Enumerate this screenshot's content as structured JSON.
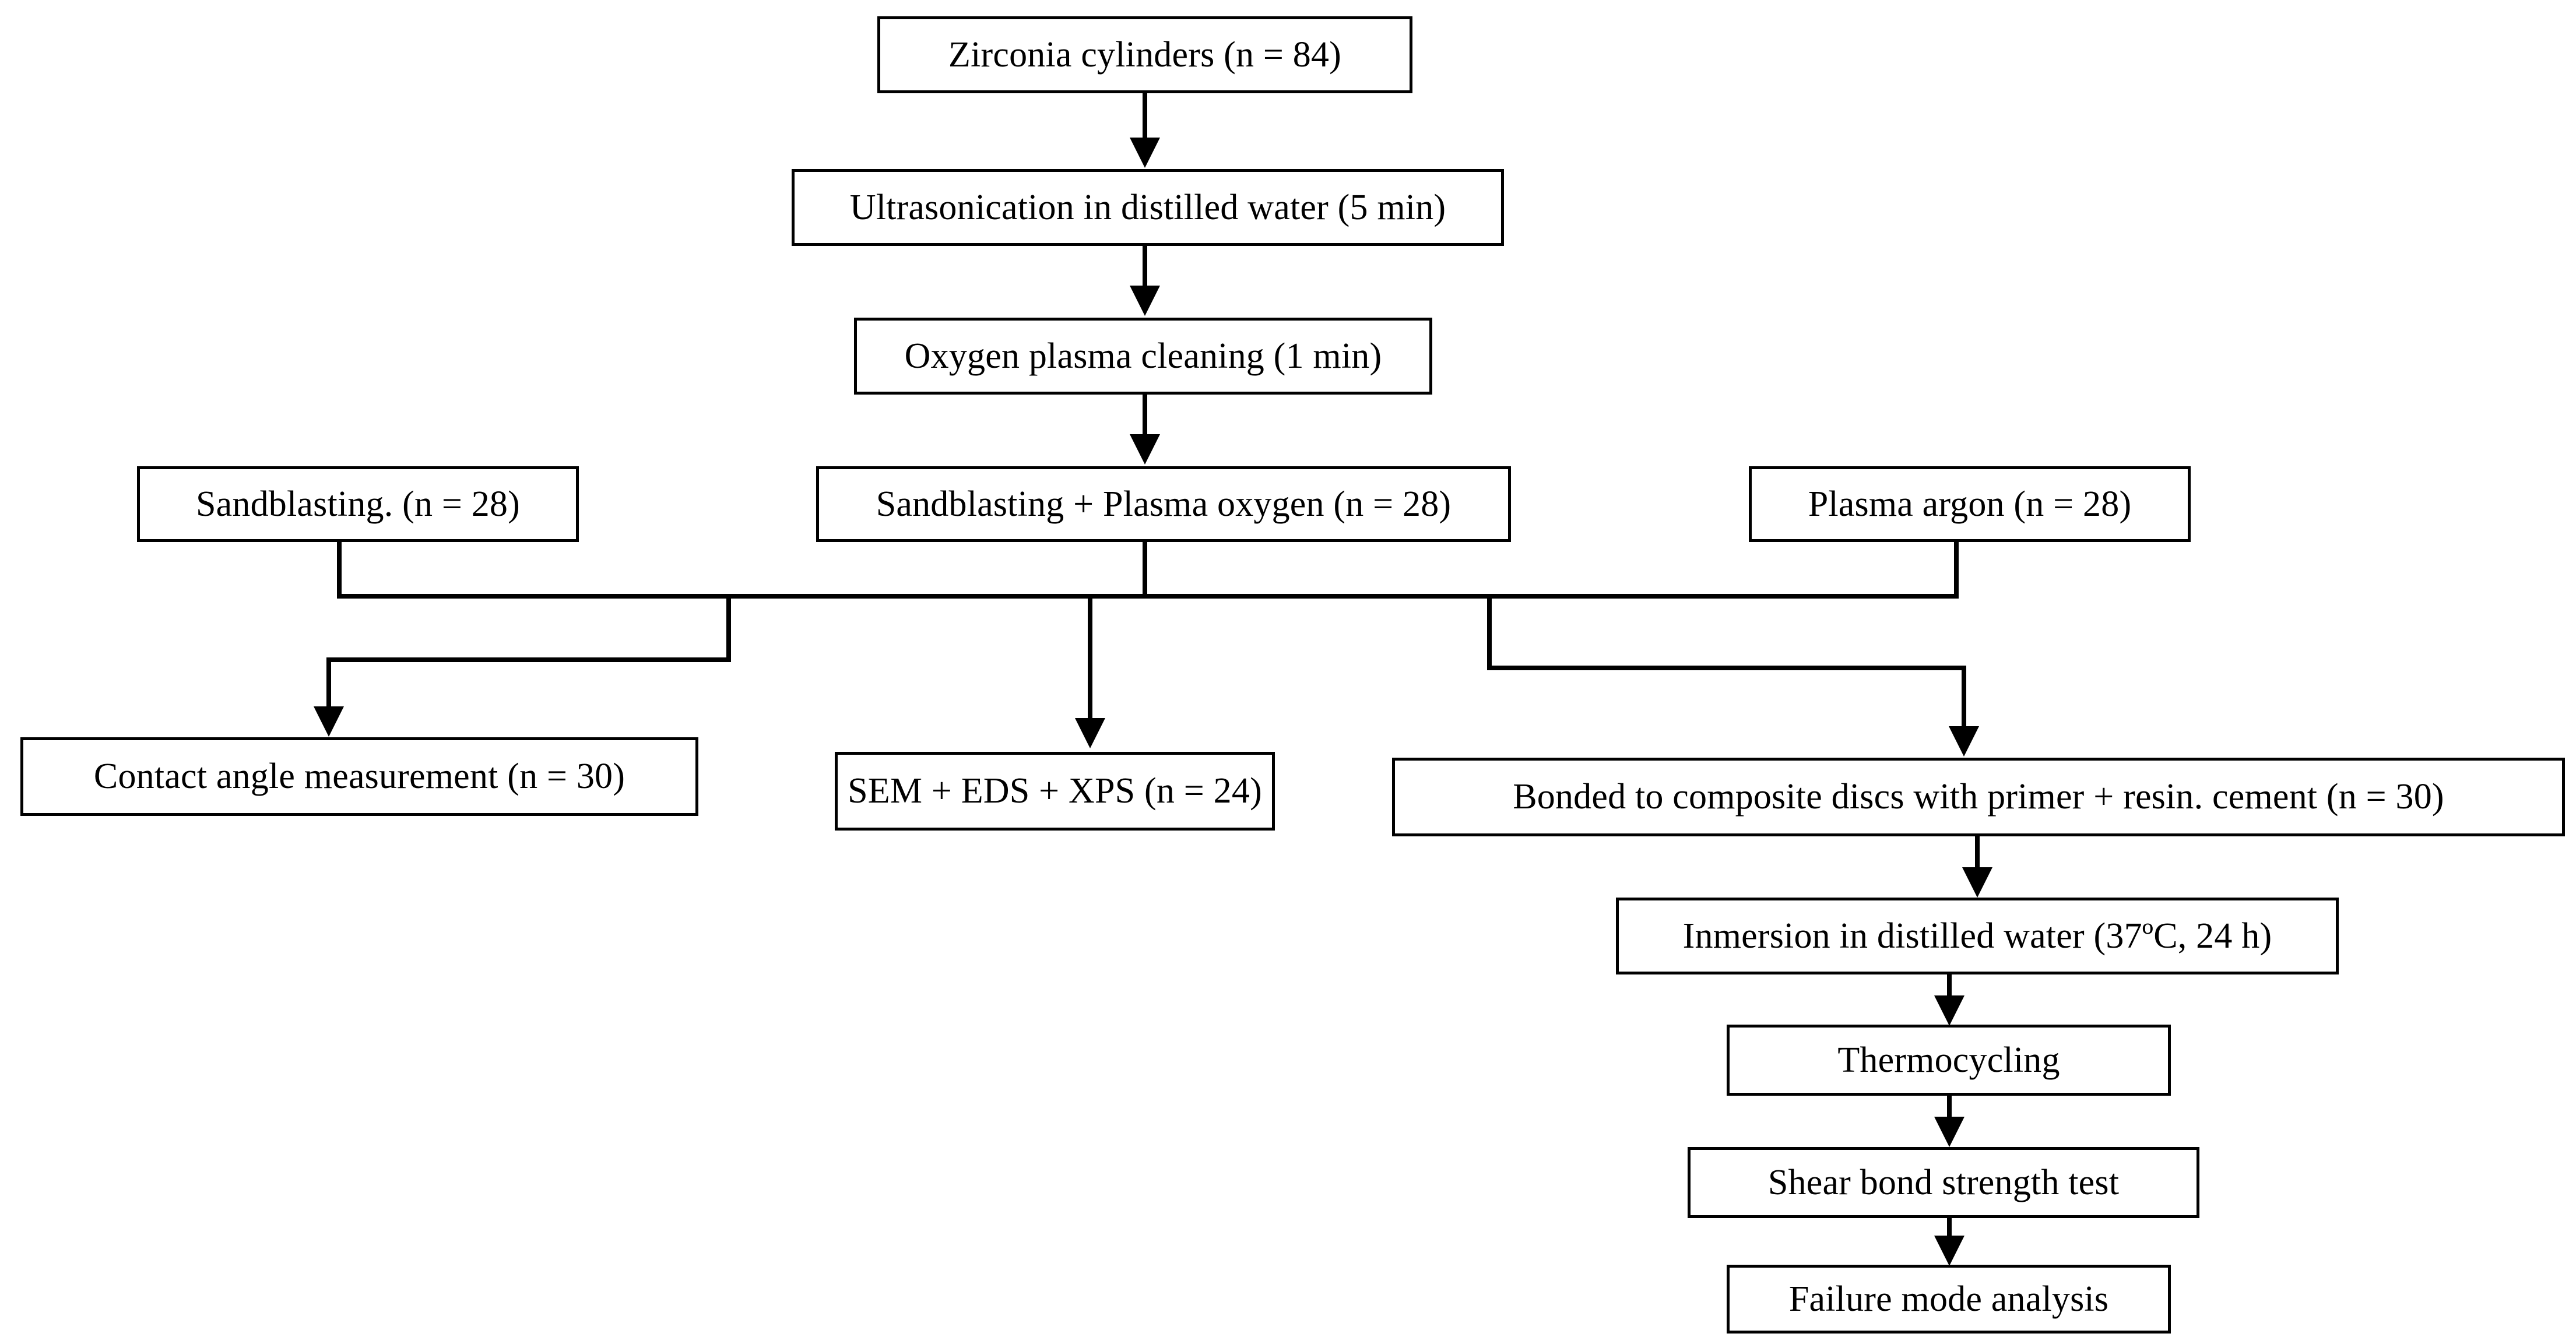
{
  "diagram": {
    "title": "Experimental workflow flowchart",
    "type": "flowchart",
    "background_color": "#ffffff",
    "line_color": "#000000",
    "text_color": "#000000",
    "nodes": {
      "zirconia_cylinders": "Zirconia  cylinders (n = 84)",
      "ultrasonication": "Ultrasonication in distilled water (5 min)",
      "oxygen_plasma_cleaning": "Oxygen plasma cleaning (1 min)",
      "sandblasting": "Sandblasting. (n = 28)",
      "sandblasting_plasma_oxygen": "Sandblasting + Plasma oxygen (n = 28)",
      "plasma_argon": "Plasma argon (n = 28)",
      "contact_angle": "Contact angle measurement (n = 30)",
      "sem_eds_xps": "SEM + EDS + XPS (n = 24)",
      "bonded_composite": "Bonded to composite discs with primer + resin. cement (n = 30)",
      "inmersion": "Inmersion in distilled water (37ºC, 24 h)",
      "thermocycling": "Thermocycling",
      "shear_bond": "Shear bond strength test",
      "failure_mode": "Failure mode analysis"
    },
    "edges": [
      {
        "from": "zirconia_cylinders",
        "to": "ultrasonication",
        "style": "straight-arrow"
      },
      {
        "from": "ultrasonication",
        "to": "oxygen_plasma_cleaning",
        "style": "straight-arrow"
      },
      {
        "from": "oxygen_plasma_cleaning",
        "to": "sandblasting_plasma_oxygen",
        "style": "straight-arrow"
      },
      {
        "from": "sandblasting",
        "to": "distribution-bus",
        "style": "orthogonal"
      },
      {
        "from": "sandblasting_plasma_oxygen",
        "to": "distribution-bus",
        "style": "orthogonal"
      },
      {
        "from": "plasma_argon",
        "to": "distribution-bus",
        "style": "orthogonal"
      },
      {
        "from": "distribution-bus",
        "to": "contact_angle",
        "style": "orthogonal-arrow"
      },
      {
        "from": "distribution-bus",
        "to": "sem_eds_xps",
        "style": "straight-arrow"
      },
      {
        "from": "distribution-bus",
        "to": "bonded_composite",
        "style": "orthogonal-arrow"
      },
      {
        "from": "bonded_composite",
        "to": "inmersion",
        "style": "straight-arrow"
      },
      {
        "from": "inmersion",
        "to": "thermocycling",
        "style": "straight-arrow"
      },
      {
        "from": "thermocycling",
        "to": "shear_bond",
        "style": "straight-arrow"
      },
      {
        "from": "shear_bond",
        "to": "failure_mode",
        "style": "straight-arrow"
      }
    ]
  }
}
